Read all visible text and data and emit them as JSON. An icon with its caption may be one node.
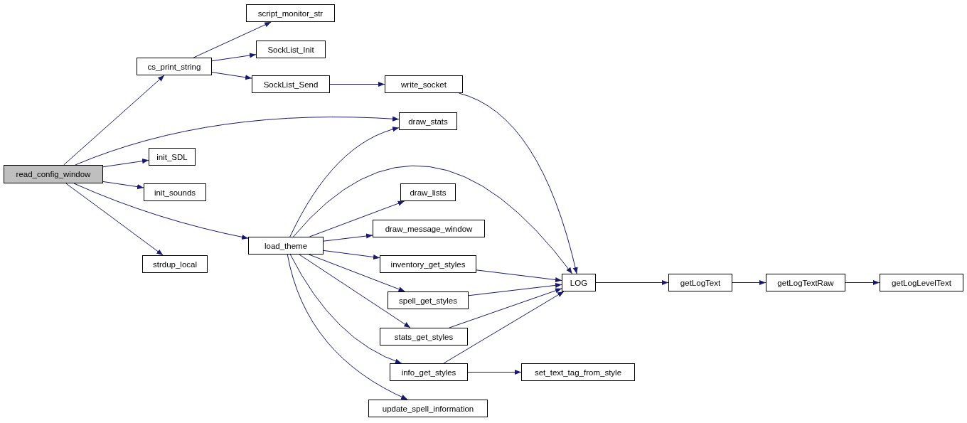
{
  "diagram": {
    "nodes": [
      {
        "text": [
          "read_config_window"
        ]
      },
      {
        "text": [
          "cs_print_string"
        ]
      },
      {
        "text": [
          "script_monitor_str"
        ]
      },
      {
        "text": [
          "SockList_Init"
        ]
      },
      {
        "text": [
          "SockList_Send"
        ]
      },
      {
        "text": [
          "write_socket"
        ]
      },
      {
        "text": [
          "draw_stats"
        ]
      },
      {
        "text": [
          "init_SDL"
        ]
      },
      {
        "text": [
          "init_sounds"
        ]
      },
      {
        "text": [
          "strdup_local"
        ]
      },
      {
        "text": [
          "load_theme"
        ]
      },
      {
        "text": [
          "draw_lists"
        ]
      },
      {
        "text": [
          "draw_message_window"
        ]
      },
      {
        "text": [
          "inventory_get_styles"
        ]
      },
      {
        "text": [
          "LOG"
        ]
      },
      {
        "text": [
          "getLogText"
        ]
      },
      {
        "text": [
          "getLogTextRaw"
        ]
      },
      {
        "text": [
          "getLogLevelText"
        ]
      },
      {
        "text": [
          "spell_get_styles"
        ]
      },
      {
        "text": [
          "stats_get_styles"
        ]
      },
      {
        "text": [
          "info_get_styles"
        ]
      },
      {
        "text": [
          "set_text_tag_from_style"
        ]
      },
      {
        "text": [
          "update_spell_information"
        ]
      }
    ],
    "edges": [
      {
        "from": 0,
        "to": 1,
        "arrow": "to"
      },
      {
        "from": 0,
        "to": 6,
        "arrow": "to"
      },
      {
        "from": 0,
        "to": 7,
        "arrow": "to"
      },
      {
        "from": 0,
        "to": 8,
        "arrow": "to"
      },
      {
        "from": 0,
        "to": 9,
        "arrow": "to"
      },
      {
        "from": 0,
        "to": 10,
        "arrow": "to"
      },
      {
        "from": 1,
        "to": 2,
        "arrow": "to"
      },
      {
        "from": 1,
        "to": 3,
        "arrow": "to"
      },
      {
        "from": 1,
        "to": 4,
        "arrow": "to"
      },
      {
        "from": 4,
        "to": 5,
        "arrow": "to"
      },
      {
        "from": 5,
        "to": 14,
        "arrow": "to"
      },
      {
        "from": 10,
        "to": 6,
        "arrow": "to"
      },
      {
        "from": 10,
        "to": 14,
        "arrow": "to"
      },
      {
        "from": 10,
        "to": 11,
        "arrow": "to"
      },
      {
        "from": 10,
        "to": 12,
        "arrow": "to"
      },
      {
        "from": 10,
        "to": 13,
        "arrow": "to"
      },
      {
        "from": 10,
        "to": 18,
        "arrow": "to"
      },
      {
        "from": 10,
        "to": 19,
        "arrow": "to"
      },
      {
        "from": 10,
        "to": 20,
        "arrow": "to"
      },
      {
        "from": 10,
        "to": 22,
        "arrow": "to"
      },
      {
        "from": 13,
        "to": 14,
        "arrow": "to"
      },
      {
        "from": 18,
        "to": 14,
        "arrow": "to"
      },
      {
        "from": 19,
        "to": 14,
        "arrow": "to"
      },
      {
        "from": 20,
        "to": 14,
        "arrow": "to"
      },
      {
        "from": 20,
        "to": 21,
        "arrow": "to"
      },
      {
        "from": 14,
        "to": 15,
        "arrow": "to"
      },
      {
        "from": 15,
        "to": 16,
        "arrow": "to"
      },
      {
        "from": 16,
        "to": 17,
        "arrow": "to"
      }
    ]
  }
}
